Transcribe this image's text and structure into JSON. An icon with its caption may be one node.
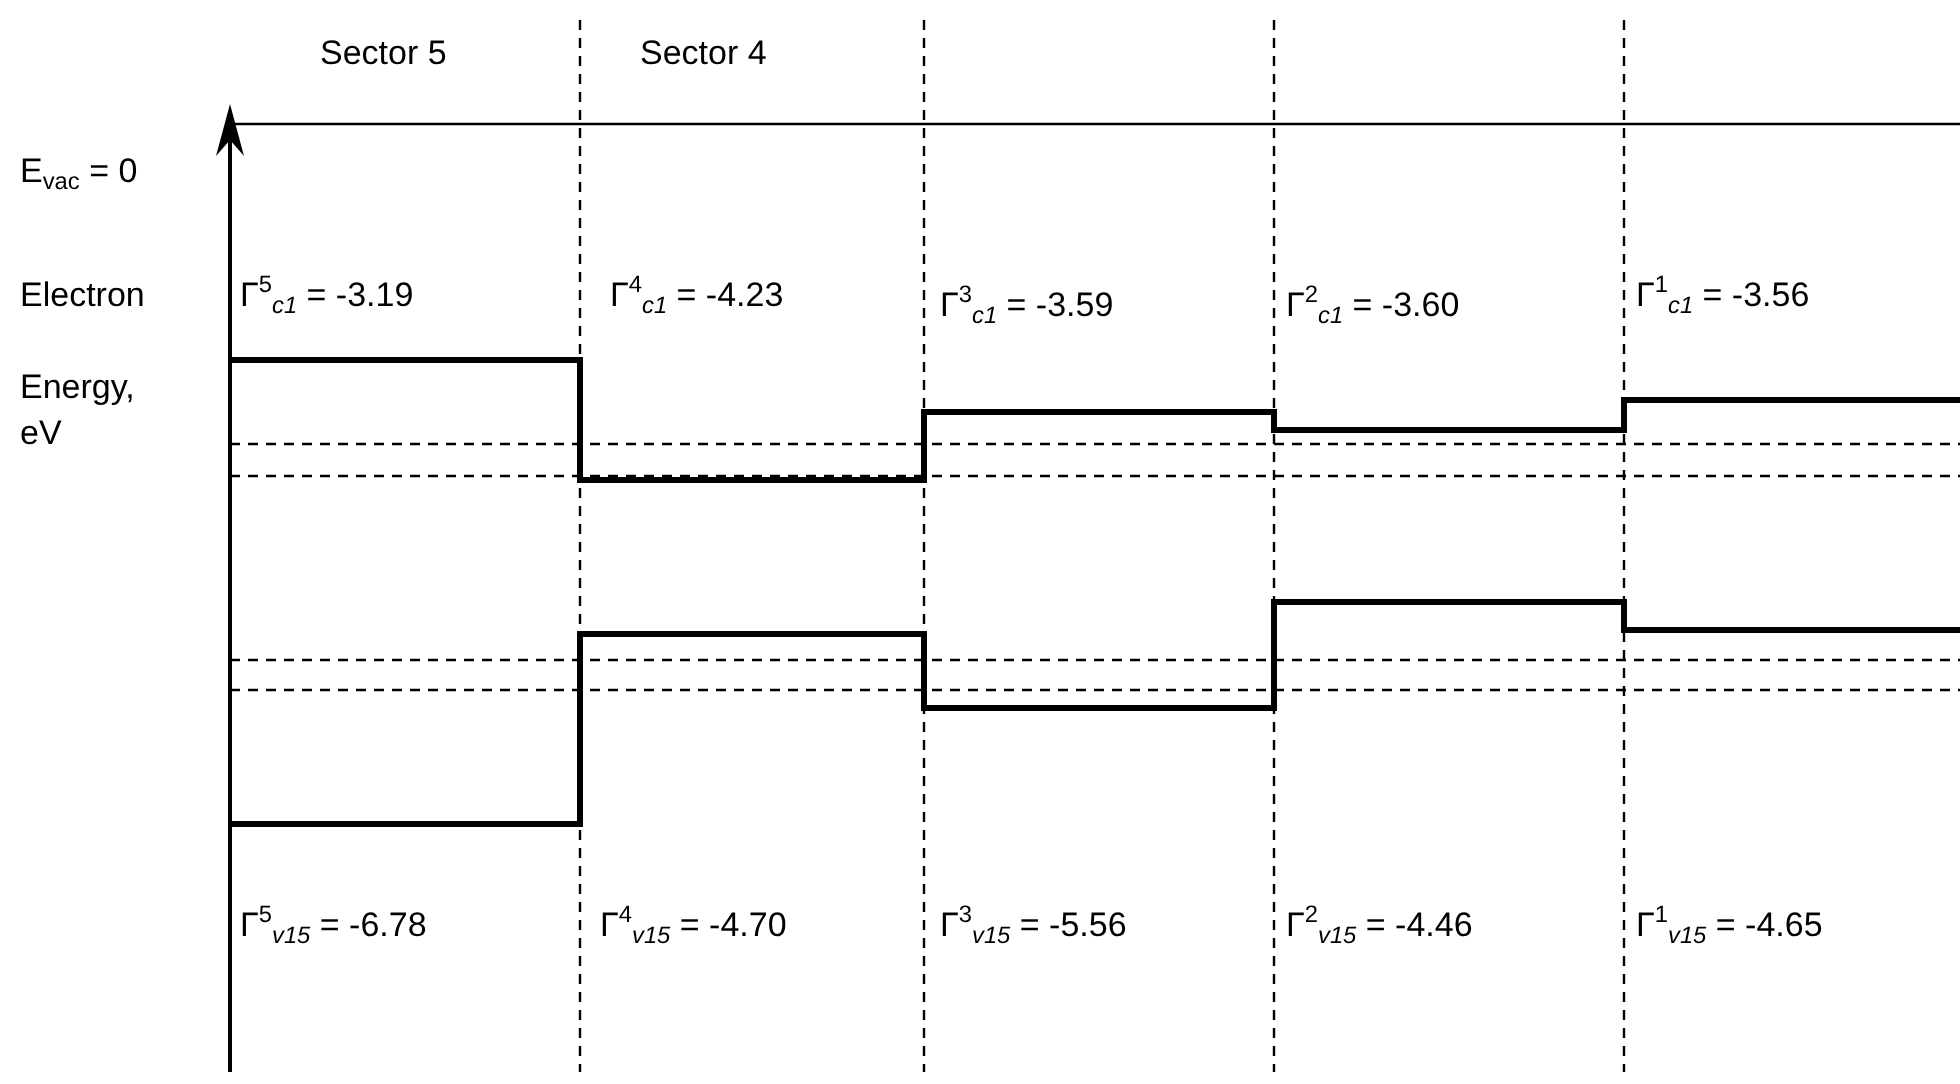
{
  "diagram": {
    "labels": [
      "Sector 5",
      "Sector 4",
      "E$_{vac}$ = 0",
      "Electron",
      "Γ$^{5}$$_{c1}$ = -3.19",
      "Γ$^{4}$$_{c1}$ = -4.23",
      "Γ$^{3}$$_{c1}$ = -3.59",
      "Γ$^{2}$$_{c1}$ = -3.60",
      "Γ$^{1}$$_{c1}$ = -3.56",
      "Energy, eV",
      "Γ$^{5}$$_{v15}$ = -6.78",
      "Γ$^{4}$$_{v15}$ = -4.70",
      "Γ$^{3}$$_{v15}$ = -5.56",
      "Γ$^{2}$$_{v15}$ = -4.46",
      "Γ$^{1}$$_{v15}$ = -4.65"
    ]
  }
}
